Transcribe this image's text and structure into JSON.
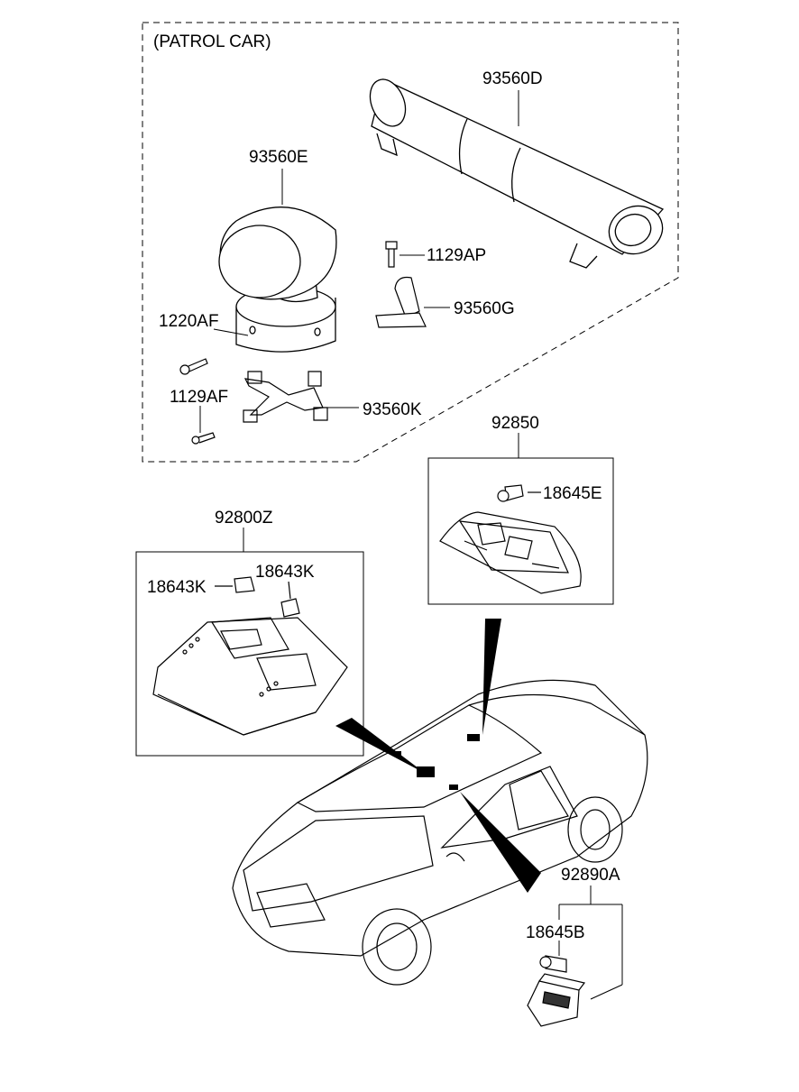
{
  "group_title": "(PATROL CAR)",
  "parts": {
    "light_bar": "93560D",
    "beacon_light": "93560E",
    "bolt_top": "1129AP",
    "bracket": "93560G",
    "screw": "1220AF",
    "bolt_bottom": "1129AF",
    "mount_plate": "93560K",
    "map_lamp_assy": "92850",
    "map_lamp_bulb": "18645E",
    "overhead_console": "92800Z",
    "console_bulb_left": "18643K",
    "console_bulb_right": "18643K",
    "luggage_lamp_assy": "92890A",
    "luggage_lamp_bulb": "18645B"
  }
}
